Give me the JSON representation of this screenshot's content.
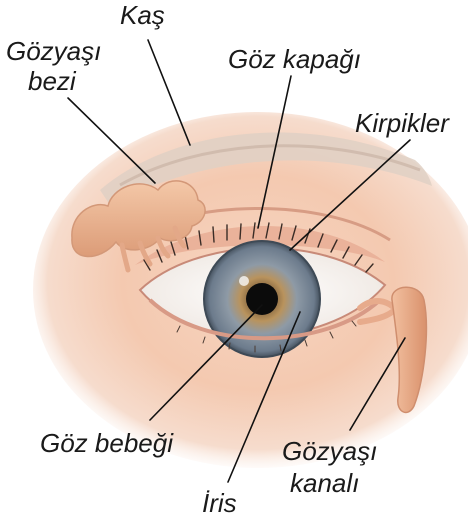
{
  "labels": {
    "kas": "Kaş",
    "gozyasi_bezi_line1": "Gözyaşı",
    "gozyasi_bezi_line2": "bezi",
    "goz_kapagi": "Göz kapağı",
    "kirpikler": "Kirpikler",
    "goz_bebegi": "Göz bebeği",
    "iris": "İris",
    "gozyasi_kanali_line1": "Gözyaşı",
    "gozyasi_kanali_line2": "kanalı"
  },
  "colors": {
    "skin_base": "#f6d0b8",
    "skin_shadow": "#e3a58a",
    "gland": "#ebb28e",
    "sclera": "#f7f4f0",
    "iris_blue_gray": "#7e8ea0",
    "iris_amber": "#b28a58",
    "pupil": "#0b0b0b",
    "lashes": "#3a2c26",
    "brow": "#d8c8bc"
  }
}
